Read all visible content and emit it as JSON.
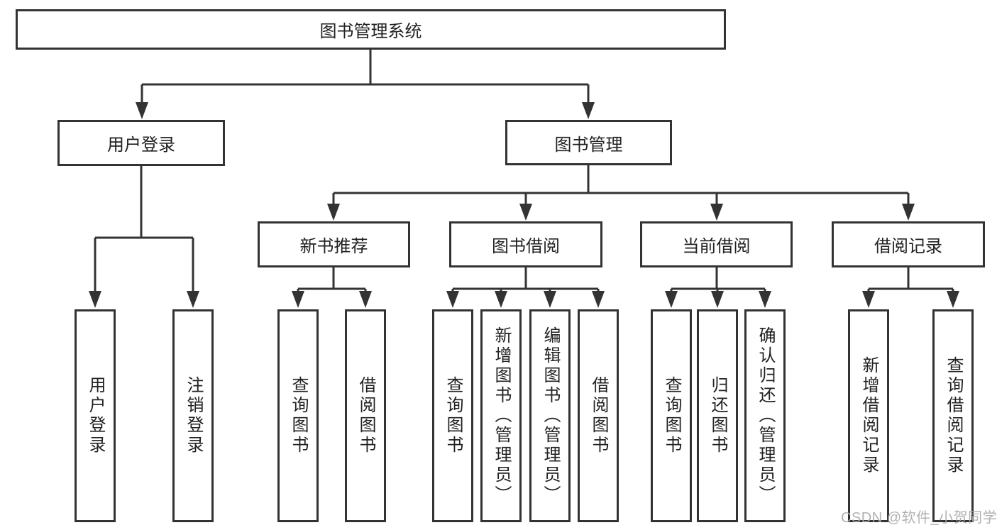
{
  "diagram": {
    "type": "hierarchy",
    "colors": {
      "line": "#333333",
      "text": "#222222",
      "watermark": "#ababab",
      "background": "#ffffff"
    },
    "nodes": {
      "root": {
        "label": "图书管理系统"
      },
      "user_login": {
        "label": "用户登录"
      },
      "book_mgmt": {
        "label": "图书管理"
      },
      "new_books": {
        "label": "新书推荐"
      },
      "book_borrow": {
        "label": "图书借阅"
      },
      "current_borrow": {
        "label": "当前借阅"
      },
      "borrow_records": {
        "label": "借阅记录"
      },
      "login": {
        "label": "用户登录"
      },
      "logout": {
        "label": "注销登录"
      },
      "nb_query": {
        "label": "查询图书"
      },
      "nb_borrow": {
        "label": "借阅图书"
      },
      "bb_query": {
        "label": "查询图书"
      },
      "bb_add": {
        "label": "新增图书（管理员）"
      },
      "bb_edit": {
        "label": "编辑图书（管理员）"
      },
      "bb_borrow": {
        "label": "借阅图书"
      },
      "cb_query": {
        "label": "查询图书"
      },
      "cb_return": {
        "label": "归还图书"
      },
      "cb_confirm": {
        "label": "确认归还（管理员）"
      },
      "br_add": {
        "label": "新增借阅记录"
      },
      "br_query": {
        "label": "查询借阅记录"
      }
    },
    "edges": [
      [
        "root",
        "user_login"
      ],
      [
        "root",
        "book_mgmt"
      ],
      [
        "user_login",
        "login"
      ],
      [
        "user_login",
        "logout"
      ],
      [
        "book_mgmt",
        "new_books"
      ],
      [
        "book_mgmt",
        "book_borrow"
      ],
      [
        "book_mgmt",
        "current_borrow"
      ],
      [
        "book_mgmt",
        "borrow_records"
      ],
      [
        "new_books",
        "nb_query"
      ],
      [
        "new_books",
        "nb_borrow"
      ],
      [
        "book_borrow",
        "bb_query"
      ],
      [
        "book_borrow",
        "bb_add"
      ],
      [
        "book_borrow",
        "bb_edit"
      ],
      [
        "book_borrow",
        "bb_borrow"
      ],
      [
        "current_borrow",
        "cb_query"
      ],
      [
        "current_borrow",
        "cb_return"
      ],
      [
        "current_borrow",
        "cb_confirm"
      ],
      [
        "borrow_records",
        "br_add"
      ],
      [
        "borrow_records",
        "br_query"
      ]
    ],
    "watermark": "CSDN @软件_小贺同学"
  }
}
